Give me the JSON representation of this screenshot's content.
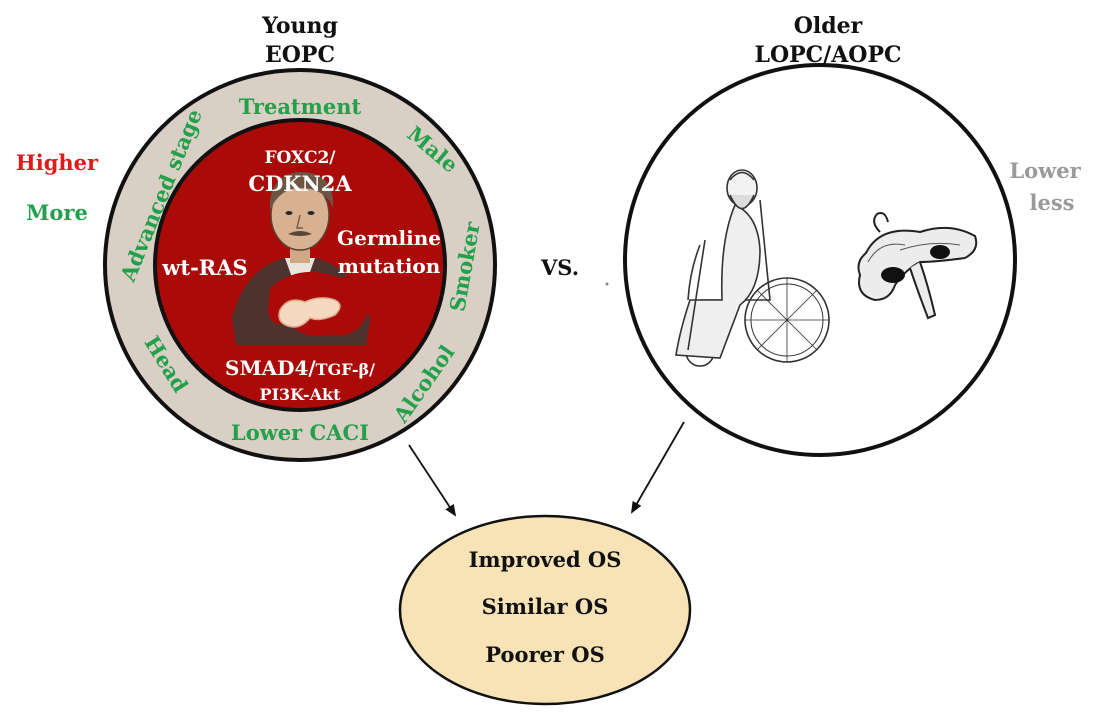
{
  "young": {
    "title_line1": "Young",
    "title_line2": "EOPC",
    "ring_labels": {
      "treatment": "Treatment",
      "male": "Male",
      "smoker": "Smoker",
      "alcohol": "Alcohol",
      "lower_caci": "Lower CACI",
      "head": "Head",
      "advanced_stage": "Advanced stage"
    },
    "inner": {
      "foxc2": "FOXC2/",
      "cdkn2a": "CDKN2A",
      "wt_ras": "wt-RAS",
      "germline_1": "Germline",
      "germline_2": "mutation",
      "smad4": "SMAD4/",
      "tgfb": "TGF-β/",
      "pi3k": "PI3K-Akt"
    },
    "colors": {
      "ring": "#d9cfc5",
      "core": "#aa0a08",
      "ring_text": "#22a04a",
      "core_text": "#ffffff"
    }
  },
  "left_legend": {
    "higher": "Higher",
    "more": "More",
    "higher_color": "#e01b1b",
    "more_color": "#22a04a"
  },
  "older": {
    "title_line1": "Older",
    "title_line2": "LOPC/AOPC"
  },
  "right_legend": {
    "lower": "Lower",
    "less": "less",
    "color": "#9a9a9a"
  },
  "vs_label": "VS.",
  "outcome": {
    "items": [
      "Improved OS",
      "Similar OS",
      "Poorer OS"
    ],
    "fill": "#f8e3b6"
  },
  "icons": {
    "young_man": "young-man-portrait-icon",
    "pancreas": "pancreas-icon",
    "older_man": "elderly-man-wheelchair-icon",
    "tumor_pancreas": "pancreas-with-tumors-icon"
  }
}
